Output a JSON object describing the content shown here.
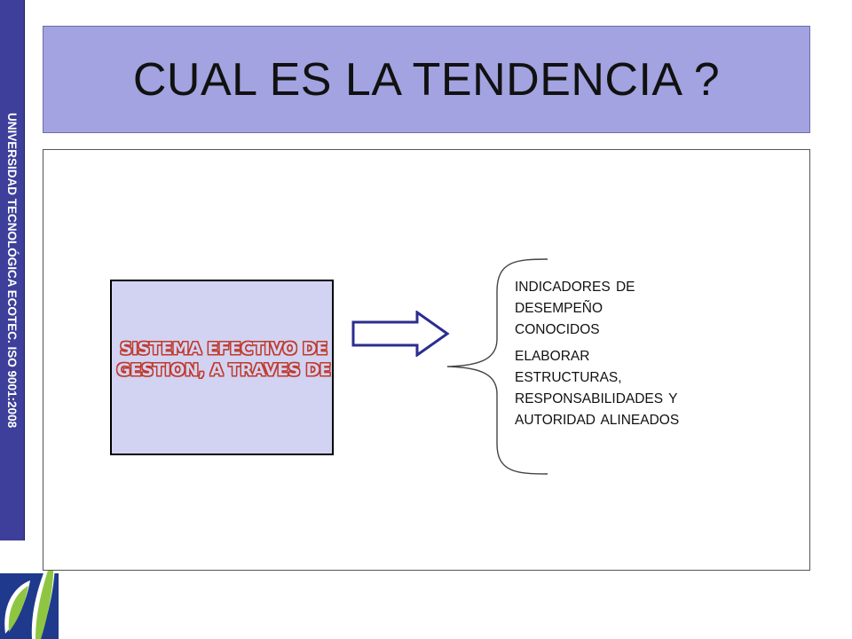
{
  "sidebar": {
    "text": "UNIVERSIDAD TECNOLÓGICA ECOTEC. ISO 9001:2008"
  },
  "logo": {
    "icon": "leaf-logo-icon",
    "colors": [
      "#1f3a8c",
      "#8ec641",
      "#ffffff"
    ]
  },
  "title": {
    "text": "CUAL ES LA TENDENCIA ?"
  },
  "main": {
    "system_box": {
      "line1": "SISTEMA EFECTIVO DE",
      "line2": "GESTION, A TRAVES DE"
    },
    "arrow_icon": "right-arrow-icon",
    "brace_icon": "left-curly-brace-icon",
    "items": [
      {
        "lines": [
          "INDICADORES DE",
          "DESEMPEÑO",
          "CONOCIDOS"
        ]
      },
      {
        "lines": [
          "ELABORAR",
          "ESTRUCTURAS,",
          "RESPONSABILIDADES Y",
          "AUTORIDAD ALINEADOS"
        ]
      }
    ]
  },
  "colors": {
    "sidebar": "#3d3f9a",
    "title_background": "#a2a3e0",
    "system_box_fill": "#d2d3f2",
    "system_text_outline": "#c0392b",
    "arrow_stroke": "#2b2d8f"
  }
}
